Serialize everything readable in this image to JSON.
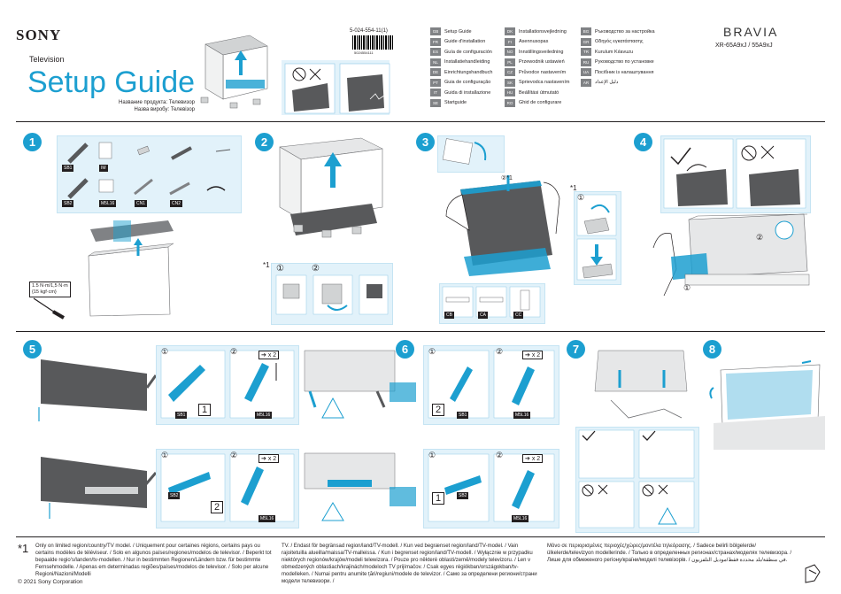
{
  "header": {
    "brand": "SONY",
    "subtitle": "Television",
    "title": "Setup Guide",
    "names": [
      "Название продукта: Телевизор",
      "Назва виробу: Телевізор"
    ],
    "part_number": "5-024-554-11(1)",
    "barcode_number": "5024554111",
    "bravia": "BRAVIA",
    "model": "XR-65A9xJ / 55A9xJ"
  },
  "languages": {
    "col1": [
      {
        "code": "GB",
        "label": "Setup Guide"
      },
      {
        "code": "FR",
        "label": "Guide d'installation"
      },
      {
        "code": "ES",
        "label": "Guía de configuración"
      },
      {
        "code": "NL",
        "label": "Installatiehandleiding"
      },
      {
        "code": "DE",
        "label": "Einrichtungshandbuch"
      },
      {
        "code": "PT",
        "label": "Guia de configuração"
      },
      {
        "code": "IT",
        "label": "Guida di installazione"
      },
      {
        "code": "SE",
        "label": "Startguide"
      }
    ],
    "col2": [
      {
        "code": "DK",
        "label": "Installationsvejledning"
      },
      {
        "code": "FI",
        "label": "Asennusopas"
      },
      {
        "code": "NO",
        "label": "Innstillingsveiledning"
      },
      {
        "code": "PL",
        "label": "Przewodnik ustawień"
      },
      {
        "code": "CZ",
        "label": "Průvodce nastavením"
      },
      {
        "code": "SK",
        "label": "Sprievodca nastavením"
      },
      {
        "code": "HU",
        "label": "Beállítási útmutató"
      },
      {
        "code": "RO",
        "label": "Ghid de configurare"
      }
    ],
    "col3": [
      {
        "code": "BG",
        "label": "Ръководство за настройка"
      },
      {
        "code": "GR",
        "label": "Οδηγός εγκατάστασης"
      },
      {
        "code": "TR",
        "label": "Kurulum Kılavuzu"
      },
      {
        "code": "RU",
        "label": "Руководство по установке"
      },
      {
        "code": "UA",
        "label": "Посібник із налаштування"
      },
      {
        "code": "AR",
        "label": "دليل الإعداد"
      }
    ]
  },
  "steps": [
    "1",
    "2",
    "3",
    "4",
    "5",
    "6",
    "7",
    "8"
  ],
  "parts": {
    "sb1": "SB1",
    "im": "IM",
    "sb2": "SB2",
    "m5l16": "M5L16",
    "cn1": "CN1",
    "cn2": "CN2",
    "cb": "CB",
    "ca": "CA",
    "cc": "CC",
    "m5l16b": "M5L16",
    "sb1b": "SB1",
    "sb2b": "SB2"
  },
  "torque": [
    "1.5 N·m/1,5 N·m",
    "{15 kgf·cm}"
  ],
  "labels": {
    "x2": "x 2",
    "one": "1",
    "two": "2",
    "star1": "*1",
    "circ1": "①",
    "circ2": "②",
    "sq1": "1",
    "sq2": "2"
  },
  "footnote": {
    "mark": "*1",
    "col1": "Only on limited region/country/TV model. / Uniquement pour certaines régions, certains pays ou certains modèles de téléviseur. / Solo en algunos países/regiones/modelos de televisor. / Beperkt tot bepaalde regio's/landen/tv-modellen. / Nur in bestimmten Regionen/Ländern bzw. für bestimmte Fernsehmodelle. / Apenas em determinadas regiões/países/modelos de televisor. / Solo per alcune Regioni/Nazioni/Modelli",
    "col2": "TV. / Endast för begränsad region/land/TV-modell. / Kun ved begrænset region/land/TV-model. / Vain rajoitetuilla alueilla/maissa/TV-malleissa. / Kun i begrenset region/land/TV-modell. / Wyłącznie w przypadku niektórych regionów/krajów/modeli telewizora. / Pouze pro některé oblasti/země/modely televizoru. / Len v obmedzených oblastiach/krajinách/modeloch TV prijímačov. / Csak egyes régiókban/országokban/tv-modelleken. / Numai pentru anumite țări/regiuni/modele de televizor. / Само за определени региони/страни модели телевизори. /",
    "col3": "Μόνο σε περιορισμένες περιοχές/χώρες/μοντέλα τηλεόρασης. / Sadece belirli bölgelerde/ülkelerde/televizyon modellerinde. / Только в определенных регионах/странах/моделях телевизора. / Лише для обмеженого регіону/країни/моделі телевізорів. / في منطقة/بلد محددة فقط/موديل التلفزيون.",
    "copyright": "© 2021 Sony Corporation"
  },
  "colors": {
    "accent": "#1c9fd0",
    "panel": "#e2f2fa",
    "dark": "#231f20"
  }
}
